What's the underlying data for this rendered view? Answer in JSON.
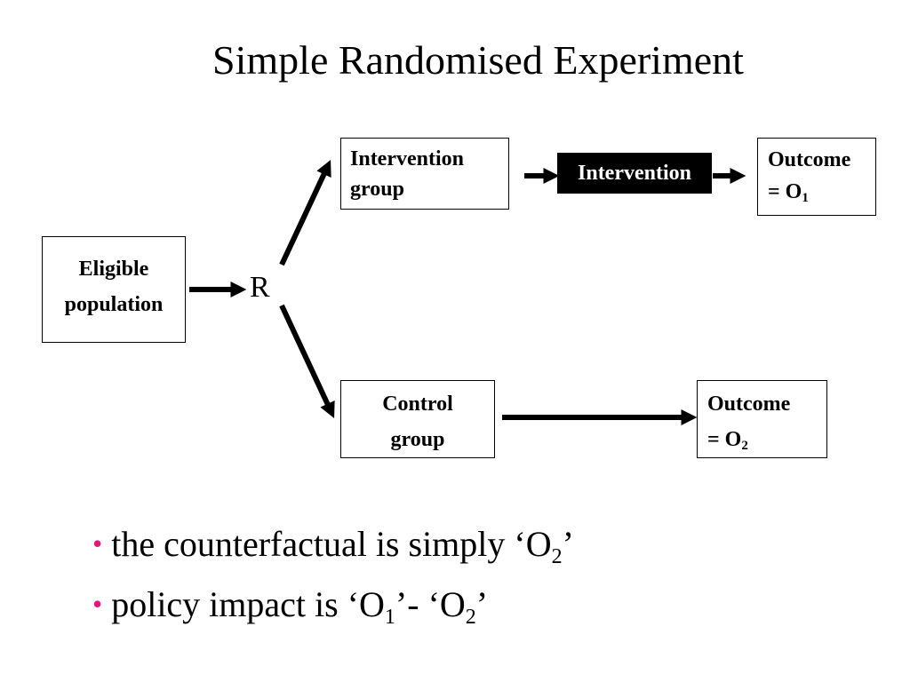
{
  "title": "Simple Randomised Experiment",
  "diagram": {
    "eligible": {
      "line1": "Eligible",
      "line2": "population"
    },
    "randomisation_label": "R",
    "intervention_group": {
      "line1": "Intervention",
      "line2": "group"
    },
    "intervention_step": "Intervention",
    "outcome1": {
      "line1": "Outcome",
      "prefix": "= O",
      "sub": "1"
    },
    "control_group": {
      "line1": "Control",
      "line2": "group"
    },
    "outcome2": {
      "line1": "Outcome",
      "prefix": "= O",
      "sub": "2"
    }
  },
  "bullets": {
    "b1": {
      "text": "the counterfactual is simply ‘O",
      "sub": "2",
      "end": "’"
    },
    "b2": {
      "text": "policy impact is ‘O",
      "sub1": "1",
      "mid": "’- ‘O",
      "sub2": "2",
      "end": "’"
    }
  },
  "colors": {
    "bullet": "#e0197d"
  }
}
